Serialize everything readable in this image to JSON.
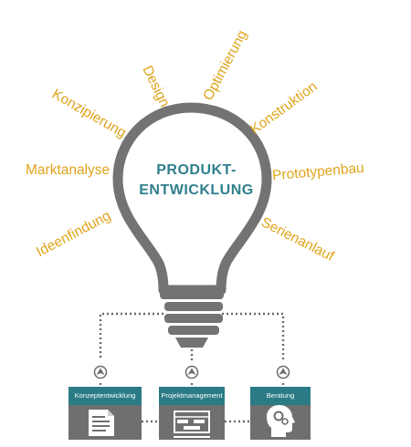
{
  "center": {
    "line1": "PRODUKT-",
    "line2": "ENTWICKLUNG"
  },
  "rays": [
    {
      "key": "ideenfindung",
      "label": "Ideenfindung"
    },
    {
      "key": "marktanalyse",
      "label": "Marktanalyse"
    },
    {
      "key": "konzipierung",
      "label": "Konzipierung"
    },
    {
      "key": "design",
      "label": "Design"
    },
    {
      "key": "optimierung",
      "label": "Optimierung"
    },
    {
      "key": "konstruktion",
      "label": "Konstruktion"
    },
    {
      "key": "prototypenbau",
      "label": "Prototypenbau"
    },
    {
      "key": "serienanlauf",
      "label": "Serienanlauf"
    }
  ],
  "boxes": [
    {
      "key": "konzept",
      "label": "Konzeptentwicklung",
      "icon": "document-icon"
    },
    {
      "key": "projekt",
      "label": "Projektmanagement",
      "icon": "gantt-board-icon"
    },
    {
      "key": "beratung",
      "label": "Beratung",
      "icon": "head-gears-icon"
    }
  ],
  "colors": {
    "accent_text": "#e0a41c",
    "title": "#2f7f8c",
    "bulb_gray": "#737373",
    "box_header": "#2b7b86",
    "box_body": "#6f6f6f"
  }
}
